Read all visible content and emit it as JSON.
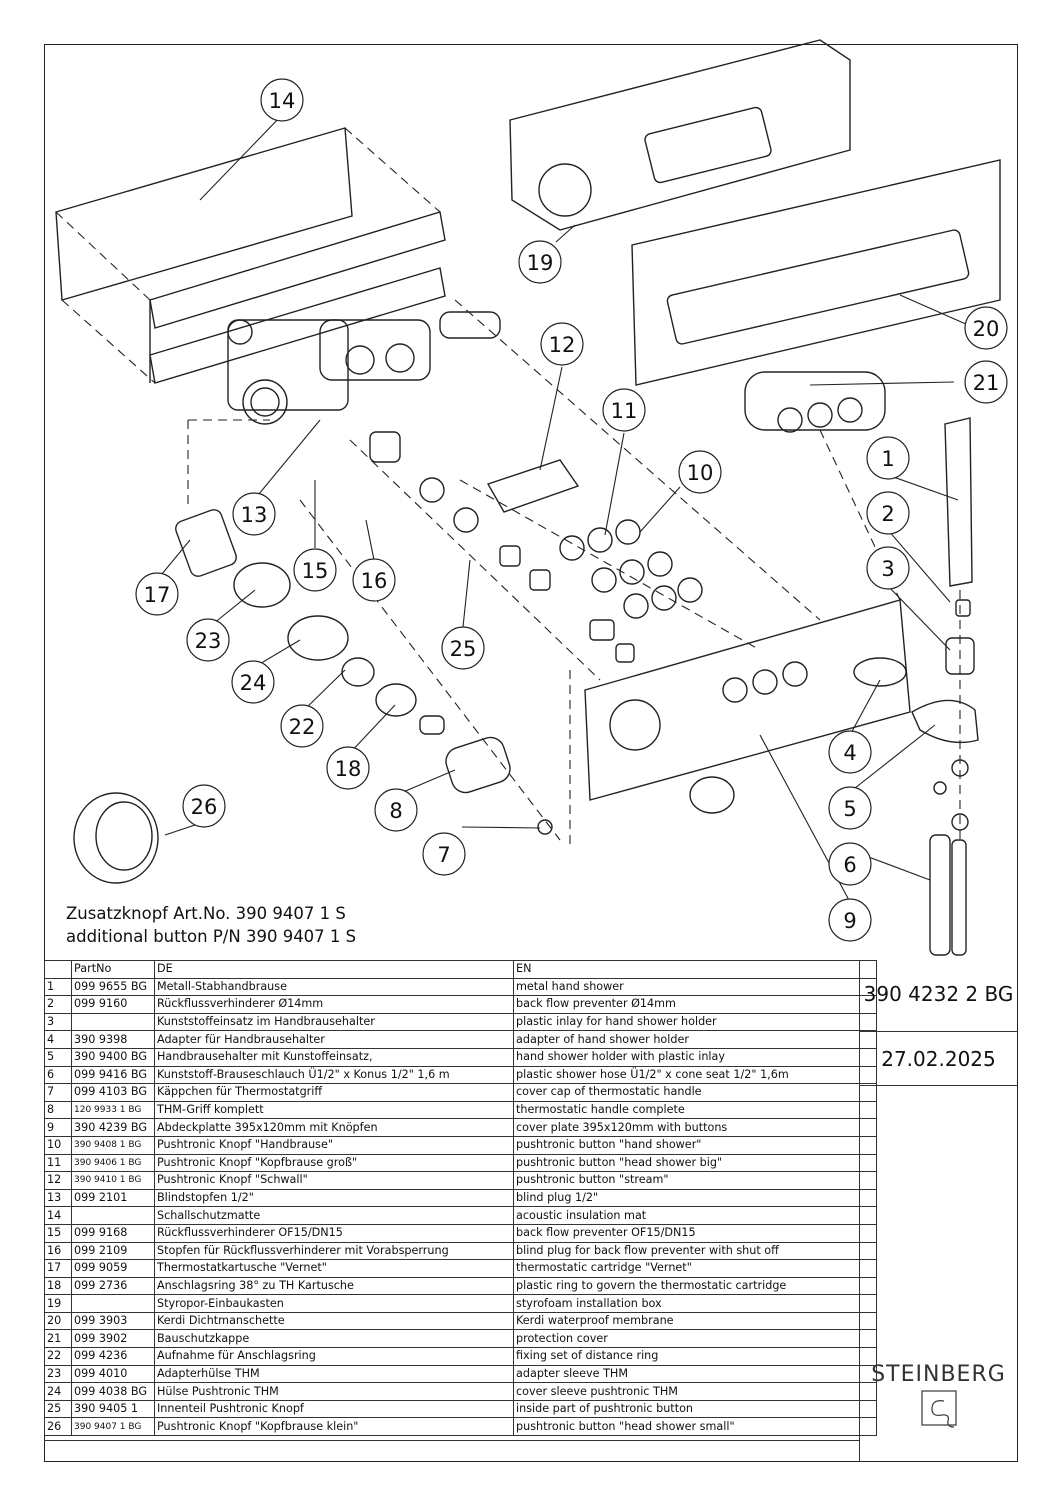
{
  "note_lines": [
    "Zusatzknopf Art.No. 390 9407 1 S",
    "additional button P/N 390 9407 1 S"
  ],
  "header": {
    "no": "",
    "partno": "PartNo",
    "de": "DE",
    "en": "EN"
  },
  "parts": [
    {
      "no": "1",
      "partno": "099 9655 BG",
      "de": "Metall-Stabhandbrause",
      "en": "metal hand shower"
    },
    {
      "no": "2",
      "partno": "099 9160",
      "de": "Rückflussverhinderer Ø14mm",
      "en": "back flow preventer Ø14mm"
    },
    {
      "no": "3",
      "partno": "",
      "de": "Kunststoffeinsatz im Handbrausehalter",
      "en": "plastic inlay for hand shower holder"
    },
    {
      "no": "4",
      "partno": "390 9398",
      "de": "Adapter für Handbrausehalter",
      "en": "adapter of hand shower holder"
    },
    {
      "no": "5",
      "partno": "390 9400 BG",
      "de": "Handbrausehalter mit Kunstoffeinsatz,",
      "en": "hand shower holder with plastic inlay"
    },
    {
      "no": "6",
      "partno": "099 9416 BG",
      "de": "Kunststoff-Brauseschlauch Ü1/2\" x Konus 1/2\" 1,6 m",
      "en": "plastic shower hose Ü1/2\" x cone seat 1/2\"  1,6m"
    },
    {
      "no": "7",
      "partno": "099 4103 BG",
      "de": "Käppchen für Thermostatgriff",
      "en": "cover cap of thermostatic handle"
    },
    {
      "no": "8",
      "partno": "120 9933 1 BG",
      "de": "THM-Griff komplett",
      "en": "thermostatic handle complete"
    },
    {
      "no": "9",
      "partno": "390 4239 BG",
      "de": "Abdeckplatte 395x120mm mit Knöpfen",
      "en": "cover plate 395x120mm with buttons"
    },
    {
      "no": "10",
      "partno": "390 9408 1 BG",
      "de": "Pushtronic Knopf \"Handbrause\"",
      "en": "pushtronic button \"hand shower\""
    },
    {
      "no": "11",
      "partno": "390 9406 1 BG",
      "de": "Pushtronic Knopf \"Kopfbrause groß\"",
      "en": "pushtronic button \"head shower big\""
    },
    {
      "no": "12",
      "partno": "390 9410 1 BG",
      "de": "Pushtronic Knopf \"Schwall\"",
      "en": "pushtronic button \"stream\""
    },
    {
      "no": "13",
      "partno": "099 2101",
      "de": "Blindstopfen 1/2\"",
      "en": "blind plug 1/2\""
    },
    {
      "no": "14",
      "partno": "",
      "de": "Schallschutzmatte",
      "en": "acoustic insulation mat"
    },
    {
      "no": "15",
      "partno": "099 9168",
      "de": "Rückflussverhinderer OF15/DN15",
      "en": "back flow preventer OF15/DN15"
    },
    {
      "no": "16",
      "partno": "099 2109",
      "de": "Stopfen für Rückflussverhinderer mit Vorabsperrung",
      "en": "blind plug for back flow preventer with shut off"
    },
    {
      "no": "17",
      "partno": "099 9059",
      "de": "Thermostatkartusche \"Vernet\"",
      "en": "thermostatic cartridge \"Vernet\""
    },
    {
      "no": "18",
      "partno": "099 2736",
      "de": "Anschlagsring 38° zu TH Kartusche",
      "en": "plastic ring to govern the thermostatic cartridge"
    },
    {
      "no": "19",
      "partno": "",
      "de": "Styropor-Einbaukasten",
      "en": "styrofoam installation box"
    },
    {
      "no": "20",
      "partno": "099 3903",
      "de": "Kerdi Dichtmanschette",
      "en": "Kerdi waterproof membrane"
    },
    {
      "no": "21",
      "partno": "099 3902",
      "de": "Bauschutzkappe",
      "en": "protection cover"
    },
    {
      "no": "22",
      "partno": "099 4236",
      "de": "Aufnahme für Anschlagsring",
      "en": "fixing set of distance ring"
    },
    {
      "no": "23",
      "partno": "099 4010",
      "de": "Adapterhülse THM",
      "en": "adapter sleeve THM"
    },
    {
      "no": "24",
      "partno": "099 4038 BG",
      "de": "Hülse Pushtronic THM",
      "en": "cover sleeve pushtronic THM"
    },
    {
      "no": "25",
      "partno": "390 9405 1",
      "de": "Innenteil Pushtronic Knopf",
      "en": "inside part of pushtronic button"
    },
    {
      "no": "26",
      "partno": "390 9407 1 BG",
      "de": "Pushtronic Knopf \"Kopfbrause klein\"",
      "en": "pushtronic button \"head shower small\""
    }
  ],
  "title_block": {
    "part_number": "390 4232 2 BG",
    "date": "27.02.2025",
    "brand": "STEINBERG"
  },
  "callouts": [
    "1",
    "2",
    "3",
    "4",
    "5",
    "6",
    "7",
    "8",
    "9",
    "10",
    "11",
    "12",
    "13",
    "14",
    "15",
    "16",
    "17",
    "18",
    "19",
    "20",
    "21",
    "22",
    "23",
    "24",
    "25",
    "26"
  ]
}
